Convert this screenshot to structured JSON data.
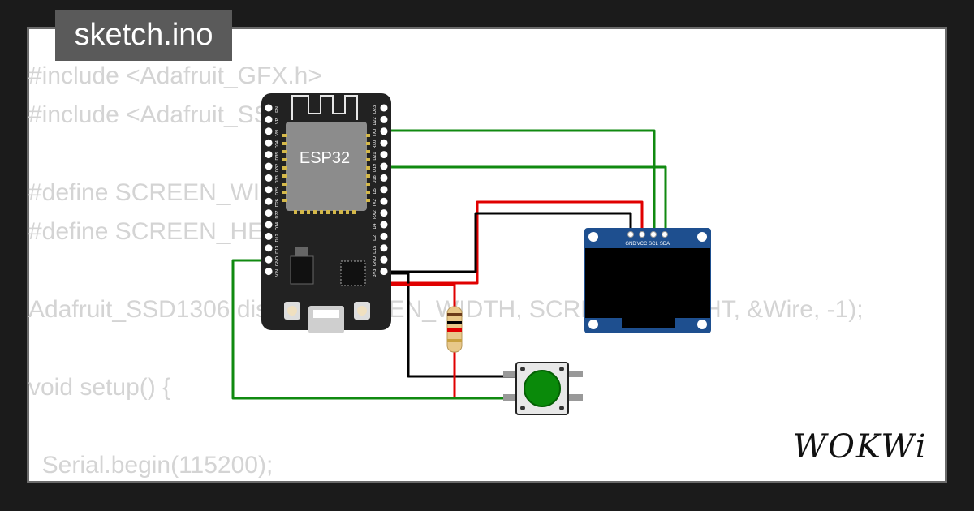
{
  "title": "sketch.ino",
  "code_lines": [
    "#include <Adafruit_GFX.h>",
    "#include <Adafruit_SSD1306.h>",
    "",
    "#define SCREEN_WIDTH 128",
    "#define SCREEN_HEIGHT 64",
    "",
    "Adafruit_SSD1306 display(SCREEN_WIDTH, SCREEN_HEIGHT, &Wire, -1);",
    "",
    "void setup() {",
    "",
    "  Serial.begin(115200);"
  ],
  "esp32": {
    "label": "ESP32",
    "left_pins": [
      "EN",
      "VP",
      "VN",
      "D34",
      "D35",
      "D32",
      "D33",
      "D25",
      "D26",
      "D27",
      "D14",
      "D12",
      "D13",
      "GND",
      "VIN"
    ],
    "right_pins": [
      "D23",
      "D22",
      "TX0",
      "RX0",
      "D21",
      "D19",
      "D18",
      "D5",
      "TX2",
      "RX2",
      "D4",
      "D2",
      "D15",
      "GND",
      "3V3"
    ]
  },
  "oled": {
    "pins": [
      "GND",
      "VCC",
      "SCL",
      "SDA"
    ]
  },
  "brand": "WOKWi",
  "colors": {
    "background": "#1b1b1b",
    "card": "#ffffff",
    "code_text": "#d4d4d4",
    "title_tab": "#5a5a5a",
    "board": "#222222",
    "oled_pcb": "#1e4f8f",
    "wire_green": "#108a10",
    "wire_red": "#e00000",
    "wire_black": "#000000",
    "button_cap": "#0a8a0a"
  }
}
